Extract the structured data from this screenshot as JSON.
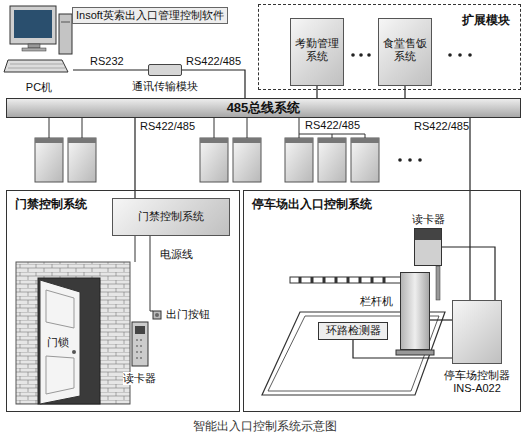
{
  "diagram": {
    "caption": "智能出入口控制系统示意图",
    "nodes": [
      {
        "text": [
          "PC机"
        ]
      },
      {
        "text": [
          "通讯传输模块"
        ]
      },
      {
        "text": [
          "扩展模块"
        ]
      },
      {
        "text": [
          "考勤管理系统"
        ],
        "in": 2
      },
      {
        "text": [
          "食堂售饭系统"
        ],
        "in": 2
      },
      {
        "text": [
          "485总线系统"
        ]
      },
      {
        "text": [
          "门禁控制系统"
        ]
      },
      {
        "text": [
          "门禁控制系统"
        ],
        "in": 6
      },
      {
        "text": [
          "停车场出入口控制系统"
        ]
      },
      {
        "text": [
          "读卡器"
        ],
        "in": 8
      },
      {
        "text": [
          "栏杆机"
        ],
        "in": 8
      },
      {
        "text": [
          "环路检测器"
        ],
        "in": 8
      },
      {
        "text": [
          "停车场控制器 INS-A022"
        ],
        "in": 8
      }
    ],
    "edges": [
      {
        "from": 0,
        "to": 1,
        "label": "RS232",
        "arrow": "none"
      },
      {
        "from": 1,
        "to": 5,
        "label": "RS422/485",
        "arrow": "none"
      },
      {
        "from": 5,
        "to": 3,
        "arrow": "none"
      },
      {
        "from": 5,
        "to": 4,
        "arrow": "none"
      },
      {
        "from": 5,
        "to": 7,
        "label": "RS422/485",
        "arrow": "none"
      },
      {
        "from": 5,
        "to": 12,
        "label": "RS422/485",
        "arrow": "none"
      },
      {
        "from": 12,
        "to": 9,
        "arrow": "none"
      },
      {
        "from": 12,
        "to": 10,
        "arrow": "none"
      },
      {
        "from": 12,
        "to": 11,
        "arrow": "none"
      }
    ],
    "labels": [
      "Insoft英索出入口管理控制软件",
      "RS422/485",
      "电源线",
      "出门按钮",
      "门锁",
      "读卡器"
    ]
  }
}
